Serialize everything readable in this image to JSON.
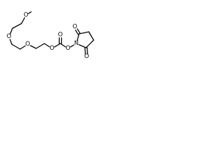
{
  "molecule": {
    "atoms": [
      {
        "id": "a0",
        "label": "O",
        "color": "#000000"
      },
      {
        "id": "a1",
        "label": "O",
        "color": "#000000"
      },
      {
        "id": "a2",
        "label": "O",
        "color": "#000000"
      },
      {
        "id": "a3",
        "label": "O",
        "color": "#000000"
      },
      {
        "id": "a4",
        "label": "O",
        "color": "#000000"
      },
      {
        "id": "a5",
        "label": "O",
        "color": "#000000"
      },
      {
        "id": "a6",
        "label": "N",
        "color": "#000000"
      },
      {
        "id": "a7",
        "label": "O",
        "color": "#000000"
      },
      {
        "id": "a8",
        "label": "O",
        "color": "#000000"
      },
      {
        "id": "c1",
        "label": "",
        "color": "#000000"
      },
      {
        "id": "c2",
        "label": "",
        "color": "#000000"
      },
      {
        "id": "c3",
        "label": "",
        "color": "#000000"
      },
      {
        "id": "c4",
        "label": "",
        "color": "#000000"
      },
      {
        "id": "c5",
        "label": "",
        "color": "#000000"
      },
      {
        "id": "c6",
        "label": "",
        "color": "#000000"
      },
      {
        "id": "c7",
        "label": "",
        "color": "#000000"
      },
      {
        "id": "c8",
        "label": "",
        "color": "#000000"
      },
      {
        "id": "c9",
        "label": "",
        "color": "#000000"
      },
      {
        "id": "c10",
        "label": "",
        "color": "#000000"
      },
      {
        "id": "c11",
        "label": "",
        "color": "#000000"
      },
      {
        "id": "c12",
        "label": "",
        "color": "#000000"
      },
      {
        "id": "c13",
        "label": "",
        "color": "#000000"
      },
      {
        "id": "c14",
        "label": "",
        "color": "#000000"
      }
    ],
    "bonds": [
      {
        "from": "c1",
        "to": "a0",
        "order": 1
      },
      {
        "from": "a0",
        "to": "c2",
        "order": 1
      },
      {
        "from": "c2",
        "to": "c3",
        "order": 1
      },
      {
        "from": "c3",
        "to": "a1",
        "order": 1
      },
      {
        "from": "a1",
        "to": "c4",
        "order": 1
      },
      {
        "from": "c4",
        "to": "c5",
        "order": 1
      },
      {
        "from": "c5",
        "to": "a2",
        "order": 1
      },
      {
        "from": "a2",
        "to": "c6",
        "order": 1
      },
      {
        "from": "c6",
        "to": "c7",
        "order": 1
      },
      {
        "from": "c7",
        "to": "a3",
        "order": 1
      },
      {
        "from": "a3",
        "to": "c8",
        "order": 1
      },
      {
        "from": "c8",
        "to": "a4",
        "order": 2
      },
      {
        "from": "c8",
        "to": "a5",
        "order": 1
      },
      {
        "from": "a5",
        "to": "a6",
        "order": 1
      },
      {
        "from": "a6",
        "to": "c9",
        "order": 1
      },
      {
        "from": "c9",
        "to": "a7",
        "order": 2
      },
      {
        "from": "c9",
        "to": "c10",
        "order": 1
      },
      {
        "from": "c10",
        "to": "c11",
        "order": 1
      },
      {
        "from": "c11",
        "to": "c12",
        "order": 1
      },
      {
        "from": "c12",
        "to": "a8",
        "order": 2
      },
      {
        "from": "c12",
        "to": "a6",
        "order": 1
      }
    ]
  }
}
